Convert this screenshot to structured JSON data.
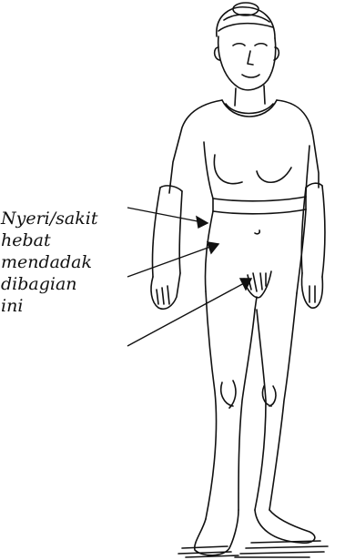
{
  "annotation": {
    "lines": [
      "Nyeri/sakit",
      "hebat",
      "mendadak",
      "dibagian",
      "ini"
    ]
  },
  "figure": {
    "subject": "standing-woman-line-drawing",
    "stroke_color": "#111111",
    "background_color": "#ffffff"
  }
}
